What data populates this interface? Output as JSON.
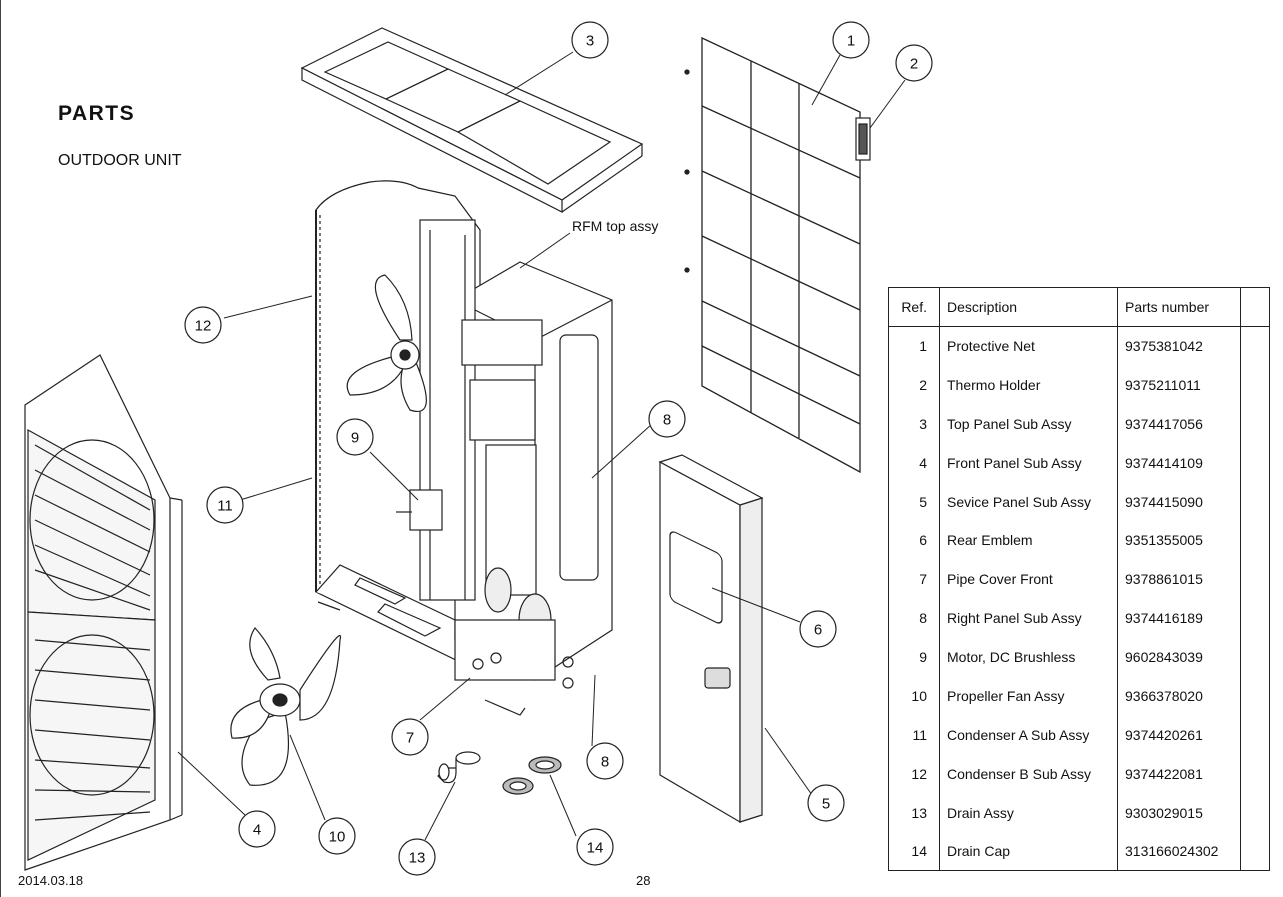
{
  "page": {
    "title": "PARTS",
    "subtitle": "OUTDOOR UNIT",
    "date": "2014.03.18",
    "page_number": "28"
  },
  "diagram": {
    "label_rfm": "RFM top assy",
    "callouts": [
      "1",
      "2",
      "3",
      "4",
      "5",
      "6",
      "7",
      "8",
      "8",
      "9",
      "10",
      "11",
      "12",
      "13",
      "14"
    ]
  },
  "parts_table": {
    "headers": {
      "ref": "Ref.",
      "description": "Description",
      "parts_number": "Parts number",
      "extra": ""
    },
    "rows": [
      {
        "ref": "1",
        "description": "Protective Net",
        "parts_number": "9375381042"
      },
      {
        "ref": "2",
        "description": "Thermo Holder",
        "parts_number": "9375211011"
      },
      {
        "ref": "3",
        "description": "Top Panel Sub Assy",
        "parts_number": "9374417056"
      },
      {
        "ref": "4",
        "description": "Front Panel Sub Assy",
        "parts_number": "9374414109"
      },
      {
        "ref": "5",
        "description": "Sevice Panel Sub Assy",
        "parts_number": "9374415090"
      },
      {
        "ref": "6",
        "description": "Rear Emblem",
        "parts_number": "9351355005"
      },
      {
        "ref": "7",
        "description": "Pipe Cover Front",
        "parts_number": "9378861015"
      },
      {
        "ref": "8",
        "description": "Right Panel Sub Assy",
        "parts_number": "9374416189"
      },
      {
        "ref": "9",
        "description": "Motor, DC Brushless",
        "parts_number": "9602843039"
      },
      {
        "ref": "10",
        "description": "Propeller Fan Assy",
        "parts_number": "9366378020"
      },
      {
        "ref": "11",
        "description": "Condenser A Sub Assy",
        "parts_number": "9374420261"
      },
      {
        "ref": "12",
        "description": "Condenser B Sub Assy",
        "parts_number": "9374422081"
      },
      {
        "ref": "13",
        "description": "Drain Assy",
        "parts_number": "9303029015"
      },
      {
        "ref": "14",
        "description": "Drain Cap",
        "parts_number": "313166024302"
      }
    ]
  }
}
